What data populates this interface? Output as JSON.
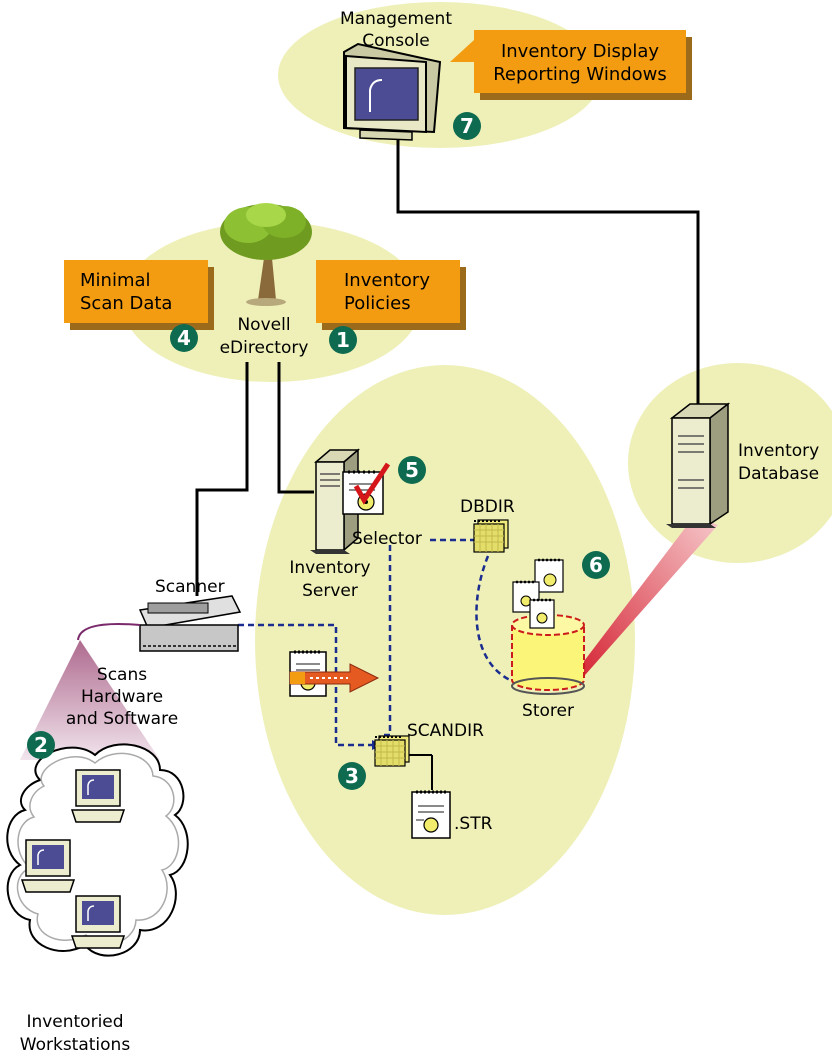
{
  "labels": {
    "management_console": [
      "Management",
      "Console"
    ],
    "inventory_display": [
      "Inventory Display",
      "Reporting Windows"
    ],
    "minimal_scan_data": [
      "Minimal",
      "Scan Data"
    ],
    "inventory_policies": [
      "Inventory",
      "Policies"
    ],
    "novell_edirectory": [
      "Novell",
      "eDirectory"
    ],
    "inventory_server": [
      "Inventory",
      "Server"
    ],
    "selector": "Selector",
    "dbdir": "DBDIR",
    "scanner": "Scanner",
    "scans_hw_sw": [
      "Scans",
      "Hardware",
      "and Software"
    ],
    "scandir": "SCANDIR",
    "str_file": ".STR",
    "storer": "Storer",
    "inventory_database": [
      "Inventory",
      "Database"
    ],
    "inventoried_workstations": [
      "Inventoried",
      "Workstations"
    ]
  },
  "steps": [
    "1",
    "2",
    "3",
    "4",
    "5",
    "6",
    "7"
  ],
  "colors": {
    "ellipse": "#eef0b8",
    "orange_box": "#f39c12",
    "step_badge": "#0f6b4f",
    "line": "#000000",
    "dashed": "#1a2d8f",
    "storer_db": "#fbf57a",
    "beam": "#d42030"
  },
  "icons": [
    "monitor-icon",
    "tree-icon",
    "server-icon",
    "checklist-icon",
    "folder-icon",
    "scanner-icon",
    "document-icon",
    "database-icon",
    "workstation-icon",
    "cloud-icon"
  ]
}
